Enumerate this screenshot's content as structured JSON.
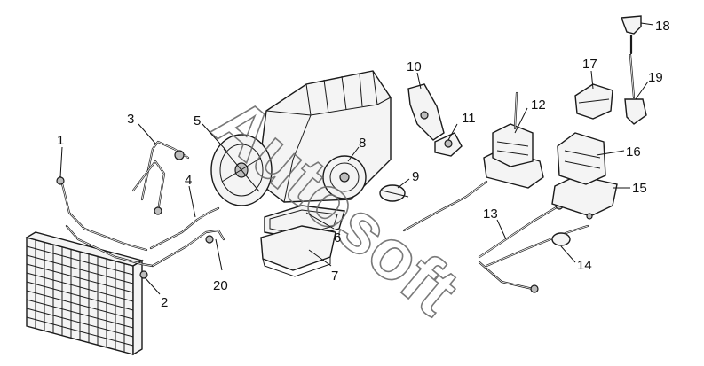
{
  "watermark": "Autosoft",
  "callouts": [
    {
      "id": "1",
      "label": "1"
    },
    {
      "id": "2",
      "label": "2"
    },
    {
      "id": "3",
      "label": "3"
    },
    {
      "id": "4",
      "label": "4"
    },
    {
      "id": "5",
      "label": "5"
    },
    {
      "id": "6",
      "label": "6"
    },
    {
      "id": "7",
      "label": "7"
    },
    {
      "id": "8",
      "label": "8"
    },
    {
      "id": "9",
      "label": "9"
    },
    {
      "id": "10",
      "label": "10"
    },
    {
      "id": "11",
      "label": "11"
    },
    {
      "id": "12",
      "label": "12"
    },
    {
      "id": "13",
      "label": "13"
    },
    {
      "id": "14",
      "label": "14"
    },
    {
      "id": "15",
      "label": "15"
    },
    {
      "id": "16",
      "label": "16"
    },
    {
      "id": "17",
      "label": "17"
    },
    {
      "id": "18",
      "label": "18"
    },
    {
      "id": "19",
      "label": "19"
    },
    {
      "id": "20",
      "label": "20"
    }
  ]
}
